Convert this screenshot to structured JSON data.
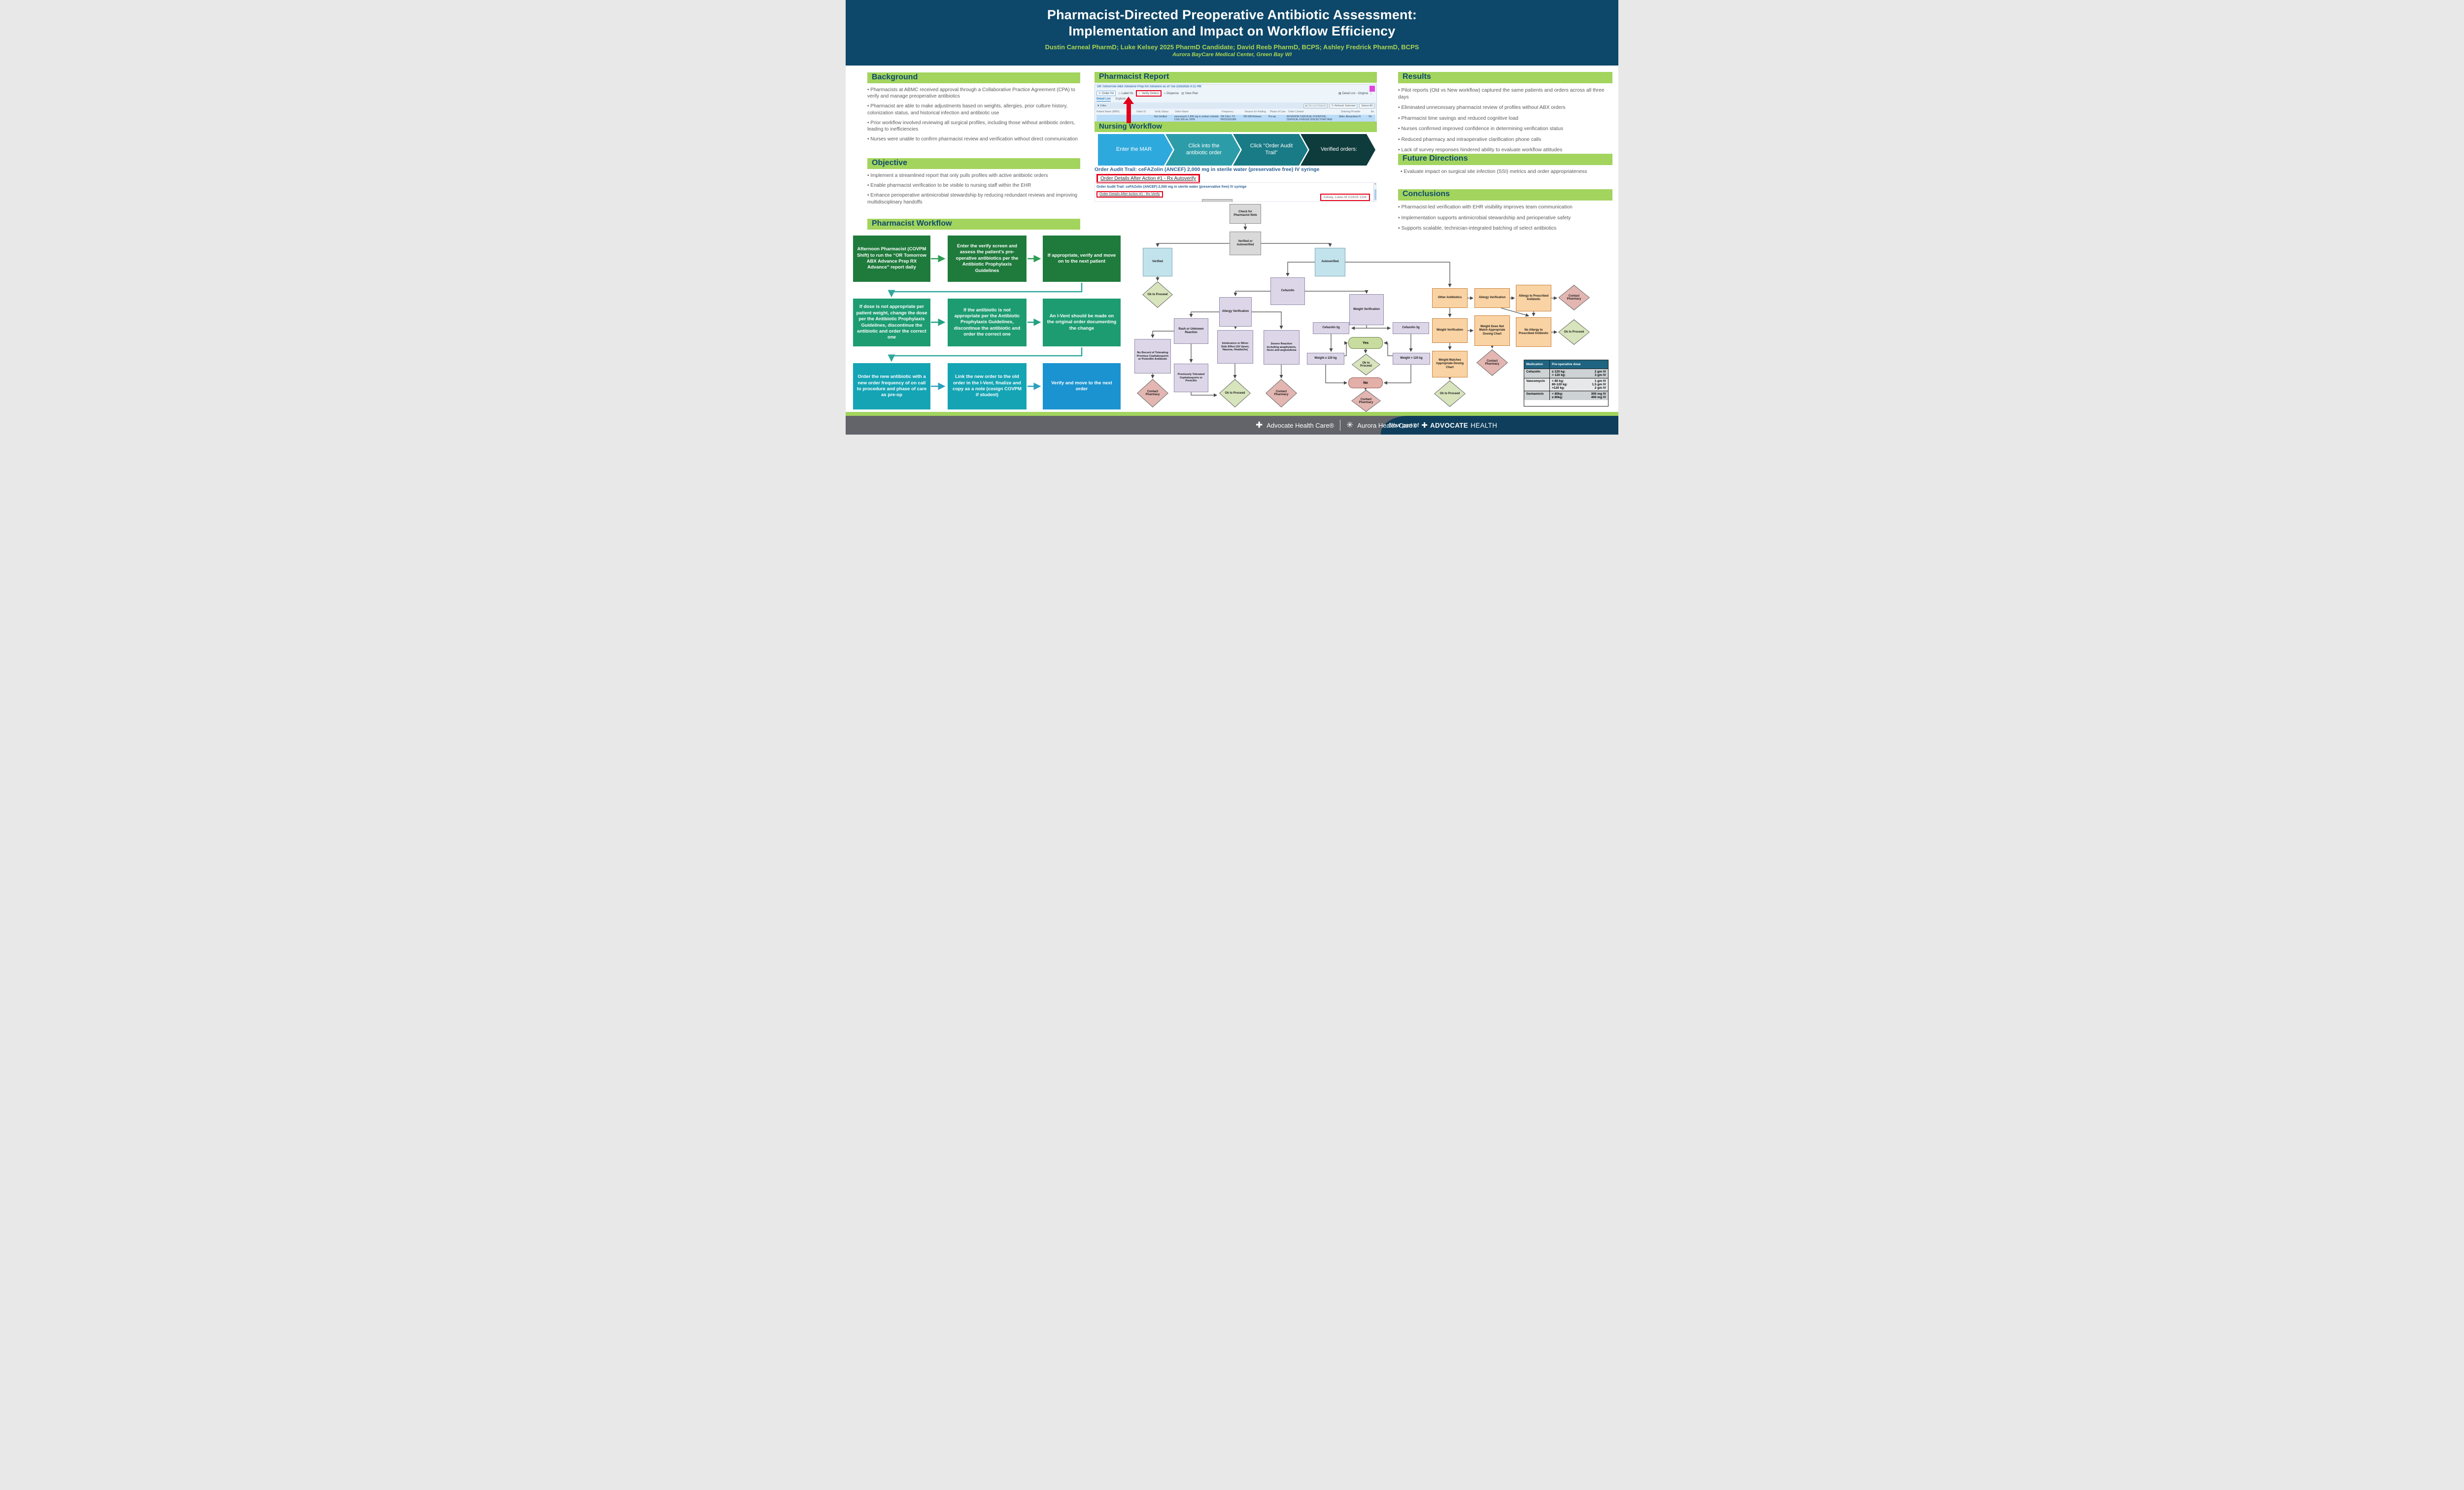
{
  "header": {
    "title_line1": "Pharmacist-Directed Preoperative Antibiotic Assessment:",
    "title_line2": "Implementation and Impact on Workflow Efficiency",
    "authors": "Dustin Carneal PharmD; Luke Kelsey 2025 PharmD Candidate; David Reeb PharmD, BCPS; Ashley Fredrick PharmD, BCPS",
    "affiliation": "Aurora BayCare Medical Center, Green Bay WI"
  },
  "background": {
    "title": "Background",
    "bullets": [
      "Pharmacists at ABMC received approval through a Collaborative Practice Agreement (CPA) to verify and manage preoperative antibiotics",
      "Pharmacist are able to make adjustments based on weights, allergies, prior culture history, colonization status, and historical infection and antibiotic use",
      "Prior workflow involved reviewing all surgical profiles, including those without antibiotic orders, leading to inefficiencies",
      "Nurses were unable to confirm pharmacist review and verification without direct communication"
    ]
  },
  "objective": {
    "title": "Objective",
    "bullets": [
      "Implement a streamlined report that only pulls profiles with active antibiotic orders",
      "Enable pharmacist verification to be visible to nursing staff within the EHR",
      "Enhance perioperative antimicrobial stewardship by reducing redundant reviews and improving multidisciplinary handoffs"
    ]
  },
  "pharmacist_workflow": {
    "title": "Pharmacist Workflow",
    "steps": [
      "Afternoon Pharmacist (COVPM Shift) to run the “OR Tomorrow ABX Advance Prep RX Advance” report daily",
      "Enter the verify screen and assess the patient’s pre-operative antibiotics per the Antibiotic Prophylaxis Guidelines",
      "If appropriate, verify and move on to the next patient",
      "If dose is not appropriate per patient weight, change the dose per the Antibiotic Prophylaxis Guidelines, discontinue the antibiotic and order the correct one",
      "If the antibiotic is not appropriate per the Antibiotic Prophylaxis Guidelines, discontinue the antibiotic and order the correct one",
      "An I-Vent should be made on the original order documenting the change",
      "Order the new antibiotic with a new order frequency of on call to procedure and phase of care as pre-op",
      "Link the new order to the old order in the I-Vent, finalize and copy as a note (cosign COVPM if student)",
      "Verify and move to the next order"
    ]
  },
  "pharmacist_report": {
    "title": "Pharmacist Report",
    "window_title": "OR Tomorrow ABX Advance Prep RX Advance as of Tue 2/25/2025 4:11 PM",
    "toolbar": {
      "order_hx": "Order Hx",
      "label_hx": "Label Hx",
      "verify_orders": "Verify Orders",
      "dispense": "Dispense",
      "view_plan": "View Plan",
      "detail_list_original": "Detail List - Original"
    },
    "tabs": [
      "Detail List",
      "Explore"
    ],
    "filter_label": "Filter",
    "actions": [
      "Re-run Report",
      "Refresh Selected",
      "Select All"
    ],
    "columns": [
      "Patient Name (MRN)",
      "Order ID",
      "Verify Status",
      "Order Name",
      "Frequency",
      "Reason for Holding",
      "Phase of Care",
      "Order Context",
      "Ordering Provider",
      "Au"
    ],
    "row": {
      "verify_status": "Not Verified",
      "order_name": "vancomycin 1,500 mg in sodium chloride 0.9% 250 mL IVPB",
      "frequency": "ON CALL TO PROCEDURE",
      "reason_for_holding": "RN Will Release",
      "phase_of_care": "Pre-op",
      "order_context": "ANTERIOR CERVICAL FOUR/FIVE, CERVICAL FIVE/SIX DISCECTOMY AND",
      "ordering_provider": "Sitter, Alexandrea N",
      "last_col": "Sit"
    }
  },
  "nursing_workflow": {
    "title": "Nursing Workflow",
    "steps": [
      "Enter the MAR",
      "Click into the antibiotic order",
      "Click \"Order Audit Trail\"",
      "Verified orders:"
    ]
  },
  "audit_trail": {
    "title1": "Order Audit Trail: ceFAZolin (ANCEF) 2,000 mg in sterile water (preservative free) IV syringe",
    "badge1": "Order Details After Action #1 - Rx Autoverify",
    "title2": "Order Audit Trail: ceFAZolin (ANCEF) 2,000 mg in sterile water (preservative free) IV syringe",
    "badge2": "Order Details After Action #1 - Rx Verify",
    "signature": "Kelsey, Lukas M  2/24/25 1334"
  },
  "results": {
    "title": "Results",
    "bullets": [
      "Pilot reports (Old vs New workflow) captured the same patients and orders across all three days",
      "Eliminated unnecessary pharmacist review of profiles without ABX orders",
      "Pharmacist time savings and reduced cognitive load",
      "Nurses confirmed improved confidence in determining verification status",
      "Reduced pharmacy and intraoperative clarification phone calls",
      "Lack of survey responses hindered ability to evaluate workflow attitudes"
    ]
  },
  "future_directions": {
    "title": "Future Directions",
    "bullets": [
      "Evaluate impact on surgical site infection (SSI) metrics and order appropriateness"
    ]
  },
  "conclusions": {
    "title": "Conclusions",
    "bullets": [
      "Pharmacist-led verification with EHR visibility improves team communication",
      "Implementation supports antimicrobial stewardship and perioperative safety",
      "Supports scalable, technician-integrated batching of select antibiotics"
    ]
  },
  "flowchart": {
    "check_note": "Check for Pharmacist Note",
    "verified_or_autoverified": "Verified or Autoverified",
    "verified": "Verified",
    "autoverified": "Autoverified",
    "ok_to_proceed": "Ok to Proceed",
    "contact_pharmacy": "Contact Pharmacy",
    "cefazolin": "Cefazolin",
    "allergy_verification": "Allergy Verification",
    "weight_verification": "Weight Verification",
    "rash": "Rash or Unknown Reaction",
    "intolerance": "Intolerance or Minor Side Effect (GI Upset, Nausea, Headache)",
    "severe": "Severe Reaction including anaphylaxis, hives and angioedema",
    "no_record": "No Record of Tolerating Previous Cephalosporin or Penicillin Antibiotic",
    "previously_tolerated": "Previously Tolerated Cephalosporin or Penicllin",
    "cefazolin_2g": "Cefazolin 2g",
    "cefazolin_3g": "Cefazolin 3g",
    "weight_le": "Weight ≤ 120 kg",
    "weight_gt": "Weight > 120 kg",
    "yes": "Yes",
    "no": "No",
    "other_antibiotics": "Other Antibiotics",
    "allergy_to_prescribed": "Allergy to Prescribed Antibiotic",
    "no_allergy_to_prescribed": "No Allergy to Prescribed Antibiotic",
    "weight_does_not_match": "Weight Does Not Match Appropriate Dosing Chart",
    "weight_matches": "Weight Matches Appropriate Dosing Chart"
  },
  "med_table": {
    "headers": [
      "Medication",
      "Pre-operative dose"
    ],
    "rows": [
      {
        "medication": "Cefazolin",
        "doses": [
          {
            "range": "≤ 120 kg:",
            "dose": "2 gm IV"
          },
          {
            "range": "> 120 kg:",
            "dose": "3 gm IV"
          }
        ]
      },
      {
        "medication": "Vancomycin",
        "doses": [
          {
            "range": "< 80 kg:",
            "dose": "1 gm IV"
          },
          {
            "range": "80-120 kg:",
            "dose": "1.5 gm IV"
          },
          {
            "range": ">120 kg:",
            "dose": "2 gm IV"
          }
        ]
      },
      {
        "medication": "Gentamicin",
        "doses": [
          {
            "range": "< 80kg:",
            "dose": "300 mg IV"
          },
          {
            "range": "≥ 80kg:",
            "dose": "400 mg IV"
          }
        ]
      }
    ]
  },
  "footer": {
    "advocate": "Advocate Health Care®",
    "aurora": "Aurora Health Care®",
    "now_part_of": "Now part of",
    "brand_bold": "ADVOCATE",
    "brand_light": "HEALTH"
  },
  "icons": {
    "order_hx": "⊙",
    "label": "◇",
    "check": "✓",
    "dispense": "»",
    "view_plan": "▤",
    "detail_list": "▦",
    "kebab": "⋮",
    "filter": "▼",
    "rerun": "▶",
    "refresh": "↻",
    "scroll_up": "▲",
    "advocate_cross": "✚",
    "aurora_mark": "✳",
    "health_cross": "✚"
  },
  "colors": {
    "header_navy": "#0d4769",
    "section_green": "#a2d45e",
    "section_title_navy": "#0e4a6b",
    "wf_green_dark": "#1f7b3c",
    "wf_green_mid": "#1d9c72",
    "wf_teal": "#14a4b4",
    "wf_blue": "#1b93d0",
    "chevron1": "#2ea9dd",
    "chevron2": "#2c9da8",
    "chevron3": "#197b85",
    "chevron4": "#0e3b3b",
    "annotation_red": "#e2001a",
    "node_gray": "#d9d9d9",
    "node_blue": "#c2e2ec",
    "node_purple": "#dcd6e8",
    "node_orange": "#fad3a4",
    "diamond_green": "#d7e4bc",
    "diamond_red": "#e3b6b1",
    "table_header": "#1f6480",
    "footer_gray": "#626469",
    "footer_navy": "#0e3e5c"
  }
}
